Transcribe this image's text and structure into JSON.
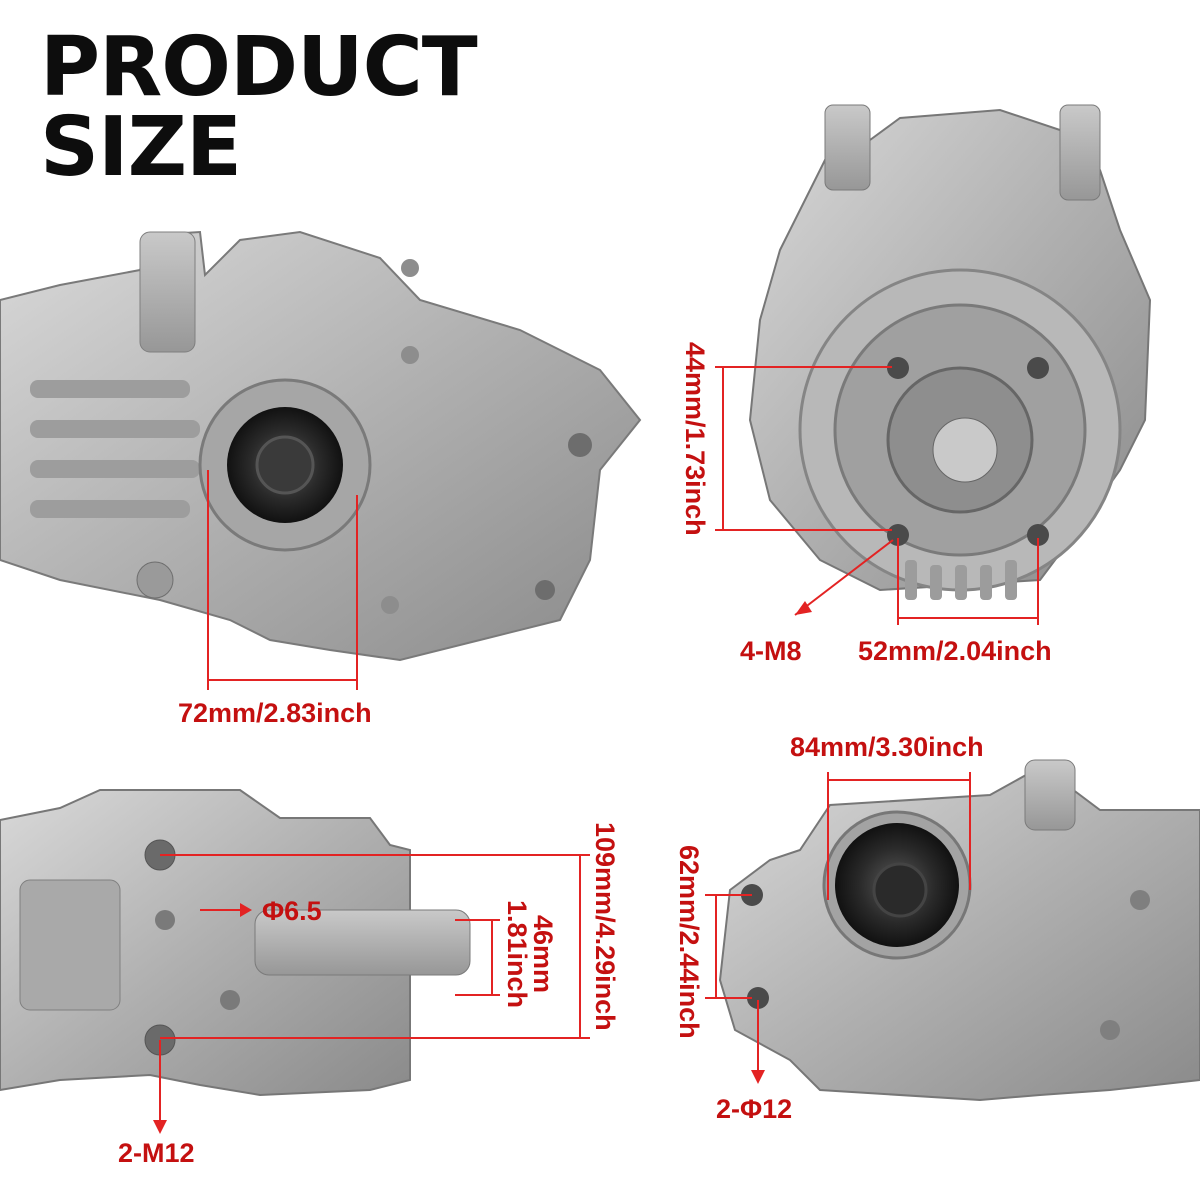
{
  "title": {
    "line1": "PRODUCT",
    "line2": "SIZE"
  },
  "colors": {
    "accent": "#e32323",
    "label": "#c41010",
    "title": "#0d0d0d",
    "part": "#b4b4b4"
  },
  "views": {
    "top_left": {
      "width_label": "72mm/2.83inch"
    },
    "top_right": {
      "height_label": "44mm/1.73inch",
      "bolt_label": "4-M8",
      "width_label": "52mm/2.04inch"
    },
    "bottom_left": {
      "height_label": "109mm/4.29inch",
      "inner_height_label_mm": "46mm",
      "inner_height_label_in": "1.81inch",
      "hole_label": "Φ6.5",
      "bolt_label": "2-M12"
    },
    "bottom_right": {
      "width_label": "84mm/3.30inch",
      "height_label": "62mm/2.44inch",
      "hole_label": "2-Φ12"
    }
  }
}
